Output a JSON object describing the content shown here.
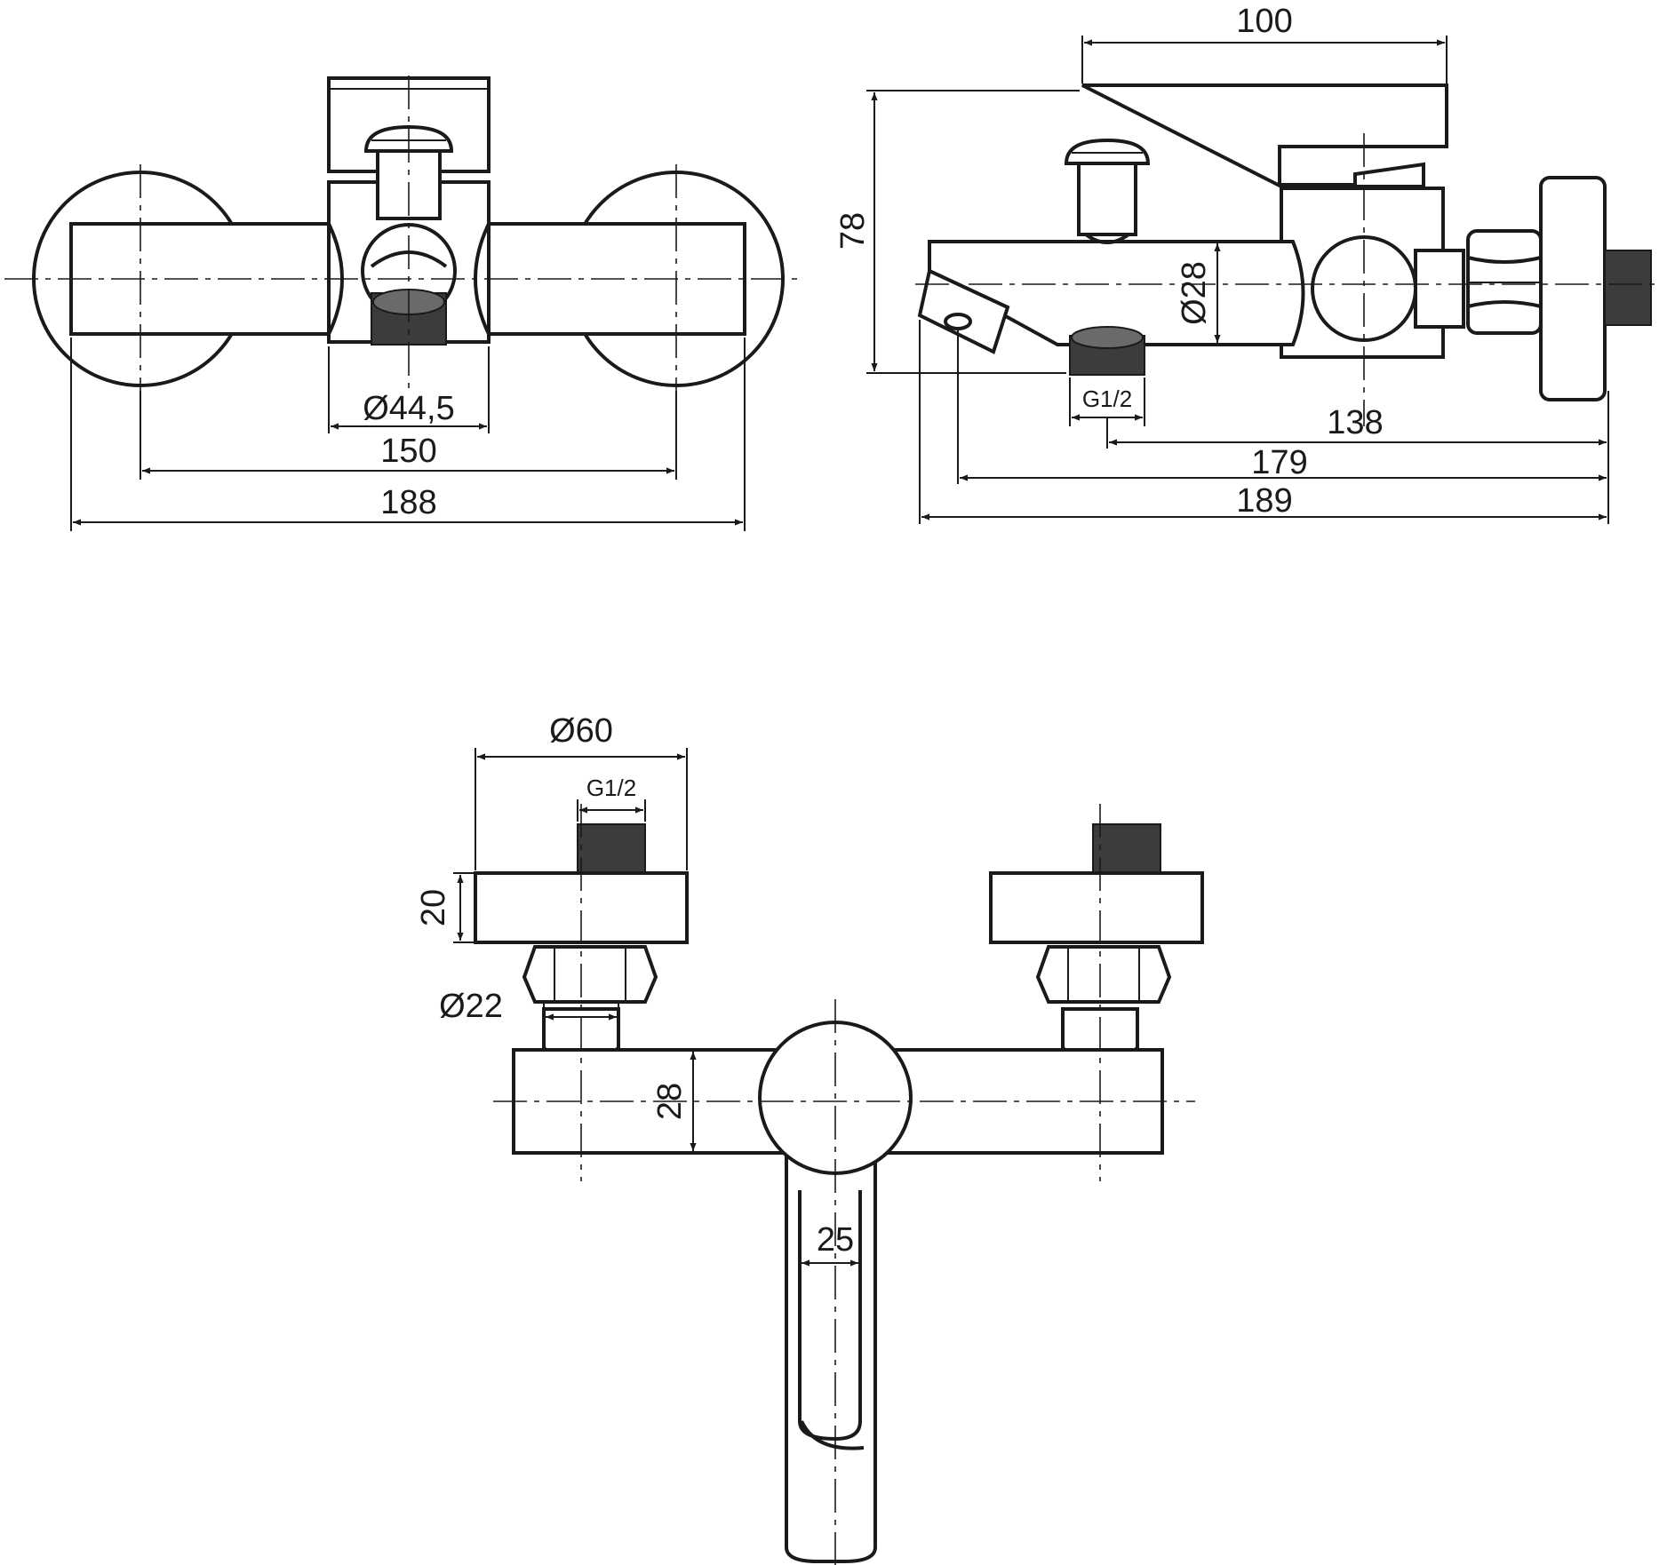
{
  "dimensions": {
    "top_left": {
      "d44": "Ø44,5",
      "d150": "150",
      "d188": "188"
    },
    "top_right": {
      "d100": "100",
      "d78": "78",
      "d28": "Ø28",
      "g12": "G1/2",
      "d138": "138",
      "d179": "179",
      "d189": "189"
    },
    "bottom": {
      "d60": "Ø60",
      "g12": "G1/2",
      "d20": "20",
      "d22": "Ø22",
      "d28": "28",
      "d25": "25"
    }
  },
  "colors": {
    "line": "#1a1a1a",
    "thread": "#3c3c3c",
    "background": "#ffffff"
  }
}
